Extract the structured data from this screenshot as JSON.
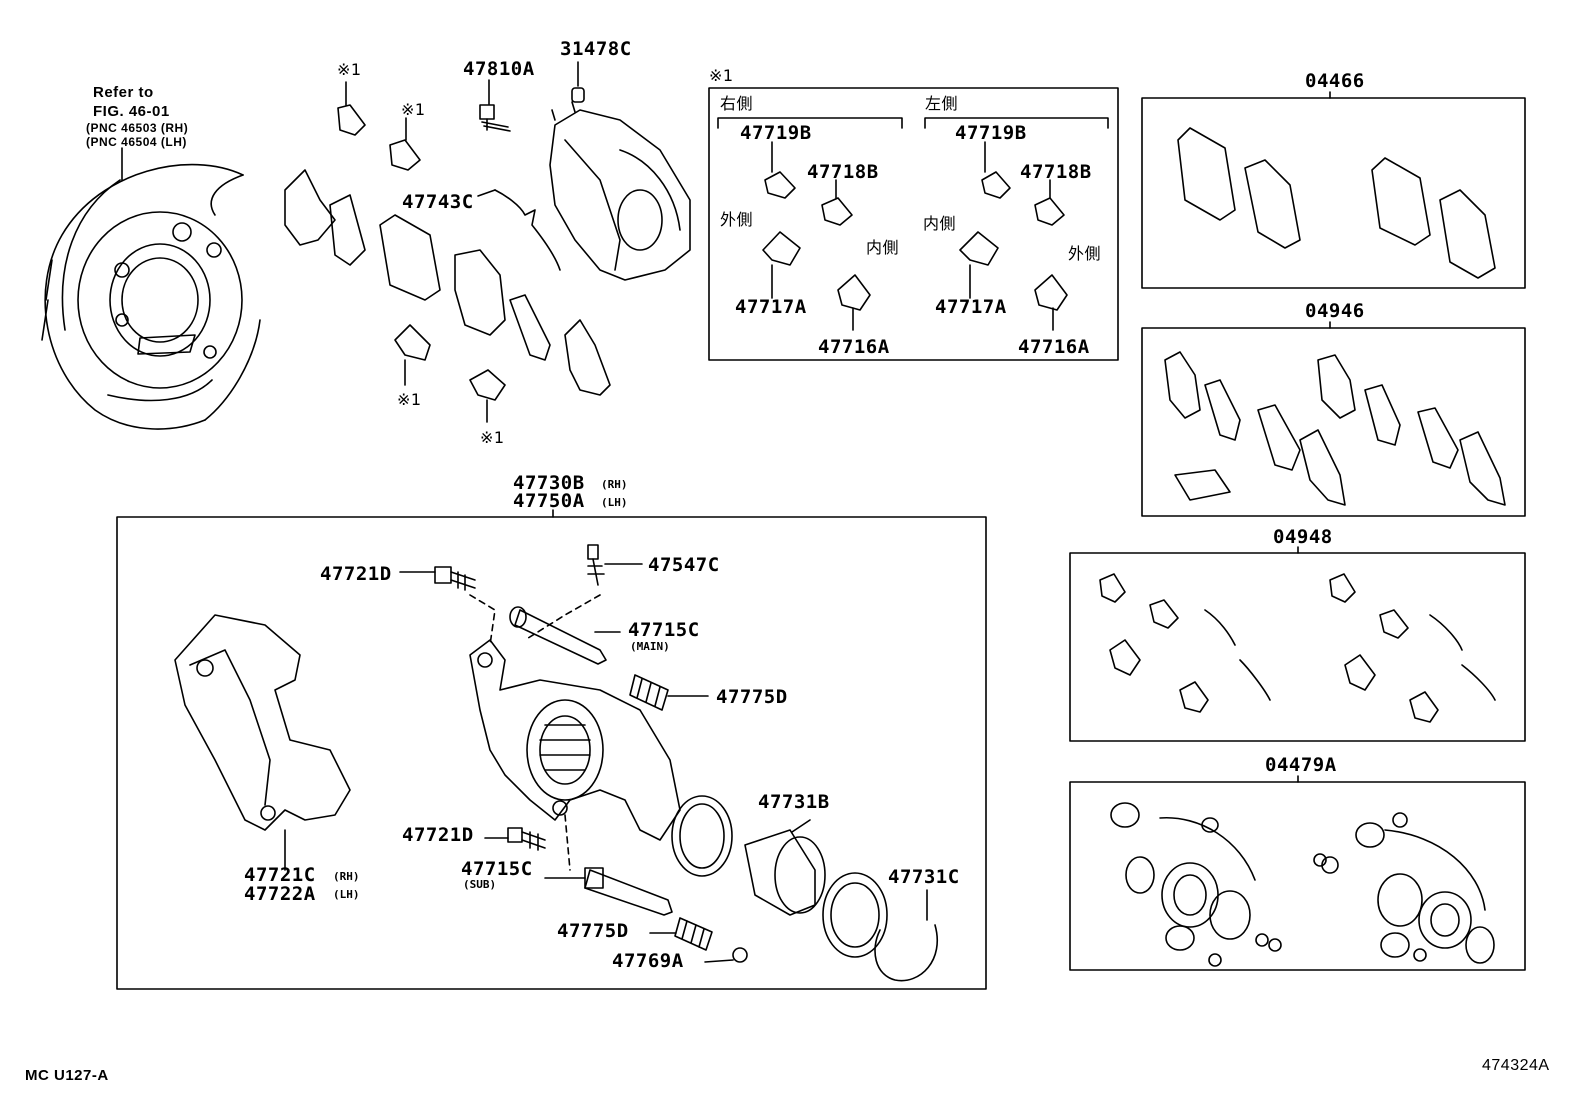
{
  "refer": {
    "line1": "Refer to",
    "line2": "FIG. 46-01",
    "line3": "(PNC 46503 (RH)",
    "line4": "(PNC 46504 (LH)"
  },
  "marks": {
    "note1": "※1"
  },
  "top_parts": {
    "bolt": "47810A",
    "cap": "31478C",
    "spring": "47743C"
  },
  "shim_box": {
    "title": "※1",
    "right_side": "右側",
    "left_side": "左側",
    "outer": "外側",
    "inner": "内側",
    "right_parts": [
      "47719B",
      "47718B",
      "47717A",
      "47716A"
    ],
    "left_parts": [
      "47719B",
      "47718B",
      "47717A",
      "47716A"
    ]
  },
  "kits": {
    "pad_kit": "04466",
    "shim_kit": "04946",
    "fitting_kit": "04948",
    "cylinder_kit": "04479A"
  },
  "caliper": {
    "assy_rh": "47730B",
    "assy_rh_tag": "(RH)",
    "assy_lh": "47750A",
    "assy_lh_tag": "(LH)",
    "bolt_upper": "47721D",
    "bleeder": "47547C",
    "pin_main": "47715C",
    "pin_main_tag": "(MAIN)",
    "boot_upper": "47775D",
    "piston": "47731B",
    "bolt_lower": "47721D",
    "pin_sub": "47715C",
    "pin_sub_tag": "(SUB)",
    "boot_lower": "47775D",
    "cap": "47769A",
    "seal_set": "47731C",
    "mounting_rh": "47721C",
    "mounting_rh_tag": "(RH)",
    "mounting_lh": "47722A",
    "mounting_lh_tag": "(LH)"
  },
  "footer": {
    "left": "MC  U127-A",
    "right": "474324A"
  }
}
